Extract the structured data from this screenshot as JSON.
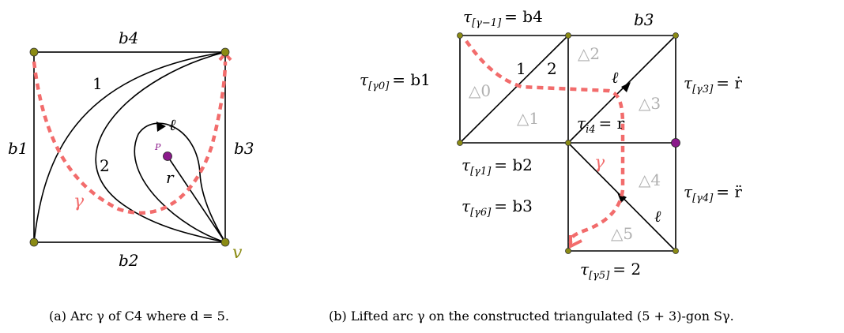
{
  "left": {
    "edges": {
      "top": "b4",
      "left": "b1",
      "right": "b3",
      "bottom": "b2"
    },
    "arc_labels": {
      "one": "1",
      "two": "2"
    },
    "loop_label": "ℓ",
    "puncture_label": "P",
    "radius_label": "r",
    "gamma_label": "γ",
    "vertex_label": "v"
  },
  "right": {
    "tau_gm1": {
      "pre": "τ",
      "sub": "[γ−1]",
      "rhs": "= b4"
    },
    "b3_top": "b3",
    "tau_g0": {
      "pre": "τ",
      "sub": "[γ0]",
      "rhs": "= b1"
    },
    "tau_g3": {
      "pre": "τ",
      "sub": "[γ3]",
      "rhs": "= ṙ"
    },
    "tau_i4": {
      "pre": "τ",
      "sub": "i4",
      "rhs": "= r"
    },
    "tau_g1": {
      "pre": "τ",
      "sub": "[γ1]",
      "rhs": "= b2"
    },
    "tau_g6": {
      "pre": "τ",
      "sub": "[γ6]",
      "rhs": "= b3"
    },
    "tau_g4": {
      "pre": "τ",
      "sub": "[γ4]",
      "rhs": "= r̈"
    },
    "tau_g5": {
      "pre": "τ",
      "sub": "[γ5]",
      "rhs": "= 2"
    },
    "tri": {
      "t0": "△0",
      "t1": "△1",
      "t2": "△2",
      "t3": "△3",
      "t4": "△4",
      "t5": "△5"
    },
    "num1": "1",
    "num2": "2",
    "ell1": "ℓ",
    "ell2": "ℓ",
    "gamma_tilde": "γ"
  },
  "captions": {
    "a": "(a) Arc γ of C4 where d = 5.",
    "b": "(b) Lifted arc γ on the constructed triangulated (5 + 3)-gon Sγ."
  }
}
